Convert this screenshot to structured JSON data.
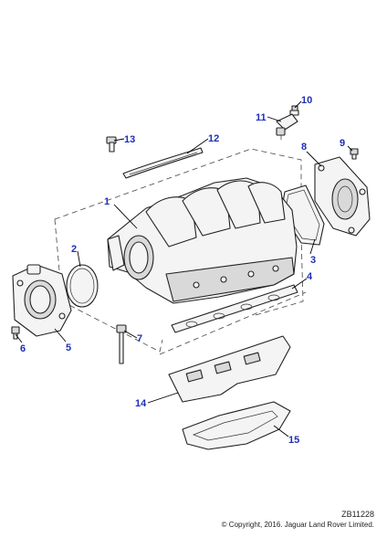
{
  "diagram": {
    "callouts": [
      {
        "id": "1",
        "label": "1"
      },
      {
        "id": "2",
        "label": "2"
      },
      {
        "id": "3",
        "label": "3"
      },
      {
        "id": "4",
        "label": "4"
      },
      {
        "id": "5",
        "label": "5"
      },
      {
        "id": "6",
        "label": "6"
      },
      {
        "id": "7",
        "label": "7"
      },
      {
        "id": "8",
        "label": "8"
      },
      {
        "id": "9",
        "label": "9"
      },
      {
        "id": "10",
        "label": "10"
      },
      {
        "id": "11",
        "label": "11"
      },
      {
        "id": "12",
        "label": "12"
      },
      {
        "id": "13",
        "label": "13"
      },
      {
        "id": "14",
        "label": "14"
      },
      {
        "id": "15",
        "label": "15"
      }
    ],
    "callout_color": "#1e2fb8"
  },
  "footer": {
    "ref_code": "ZB11228",
    "copyright": "© Copyright, 2016. Jaguar Land Rover Limited."
  }
}
